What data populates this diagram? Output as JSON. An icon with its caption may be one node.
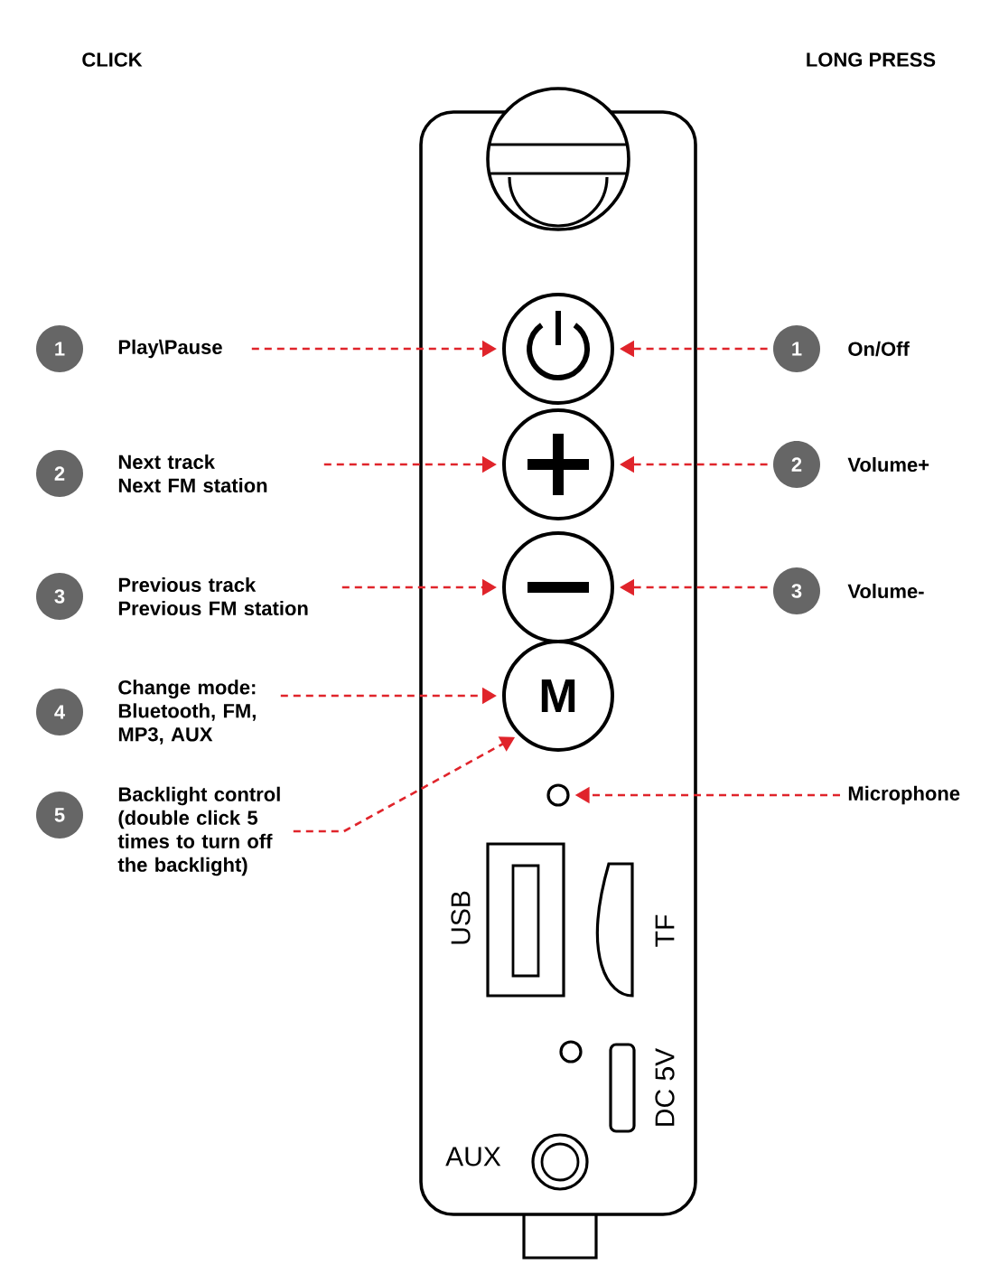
{
  "diagram": {
    "nodes": [
      {
        "text": [
          "1"
        ]
      },
      {
        "text": [
          "Play\\Pause"
        ]
      },
      {
        "text": [],
        "shape": "circle"
      },
      {
        "text": [
          "1"
        ]
      },
      {
        "text": [
          "On/Off"
        ]
      },
      {
        "text": [
          "2"
        ]
      },
      {
        "text": [
          "Next track",
          "Next FM station"
        ]
      },
      {
        "text": [],
        "shape": "circle"
      },
      {
        "text": [
          "2"
        ]
      },
      {
        "text": [
          "Volume+"
        ]
      },
      {
        "text": [
          "3"
        ]
      },
      {
        "text": [
          "Previous track",
          "Previous FM station"
        ]
      },
      {
        "text": [],
        "shape": "circle"
      },
      {
        "text": [
          "3"
        ]
      },
      {
        "text": [
          "Volume-"
        ]
      },
      {
        "text": [
          "4"
        ]
      },
      {
        "text": [
          "Change mode: Bluetooth, FM, MP3, AUX"
        ]
      },
      {
        "text": [
          "M"
        ]
      },
      {
        "text": [
          "5"
        ]
      },
      {
        "text": [
          "Backlight control (double click 5 times to turn off the backlight)"
        ]
      },
      {
        "text": [],
        "shape": "circle"
      },
      {
        "text": [
          "Microphone"
        ]
      }
    ],
    "edges": [
      {
        "from": 1,
        "to": 2,
        "arrow": "to",
        "style": "dashed"
      },
      {
        "from": 3,
        "to": 2,
        "arrow": "to",
        "style": "dashed"
      },
      {
        "from": 6,
        "to": 7,
        "arrow": "to",
        "style": "dashed"
      },
      {
        "from": 8,
        "to": 7,
        "arrow": "to",
        "style": "dashed"
      },
      {
        "from": 11,
        "to": 12,
        "arrow": "to",
        "style": "dashed"
      },
      {
        "from": 13,
        "to": 12,
        "arrow": "to",
        "style": "dashed"
      },
      {
        "from": 16,
        "to": 17,
        "arrow": "to",
        "style": "dashed"
      },
      {
        "from": 19,
        "to": 17,
        "arrow": "to",
        "style": "dashed"
      },
      {
        "from": 21,
        "to": 20,
        "arrow": "to",
        "style": "dashed"
      }
    ],
    "labels": [
      "CLICK",
      "LONG PRESS",
      "USB",
      "TF",
      "DC 5V",
      "AUX"
    ]
  }
}
